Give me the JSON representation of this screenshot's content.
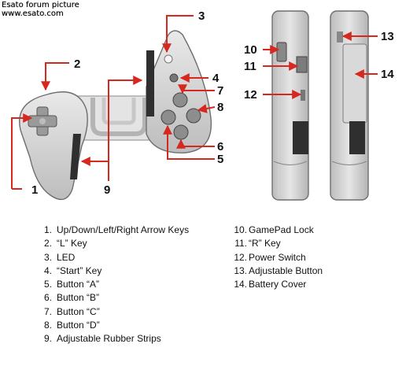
{
  "watermark": {
    "line1": "Esato forum picture",
    "line2": "www.esato.com"
  },
  "callouts": [
    "1",
    "2",
    "3",
    "4",
    "5",
    "6",
    "7",
    "8",
    "9",
    "10",
    "11",
    "12",
    "13",
    "14"
  ],
  "legend_left": [
    {
      "num": "1.",
      "text": "Up/Down/Left/Right Arrow Keys"
    },
    {
      "num": "2.",
      "text": "“L” Key"
    },
    {
      "num": "3.",
      "text": "LED"
    },
    {
      "num": "4.",
      "text": "“Start” Key"
    },
    {
      "num": "5.",
      "text": "Button “A”"
    },
    {
      "num": "6.",
      "text": "Button “B”"
    },
    {
      "num": "7.",
      "text": "Button “C”"
    },
    {
      "num": "8.",
      "text": "Button “D”"
    },
    {
      "num": "9.",
      "text": "Adjustable Rubber Strips"
    }
  ],
  "legend_right": [
    {
      "num": "10.",
      "text": "GamePad Lock"
    },
    {
      "num": "11.",
      "text": "“R” Key"
    },
    {
      "num": "12.",
      "text": "Power Switch"
    },
    {
      "num": "13.",
      "text": "Adjustable Button"
    },
    {
      "num": "14.",
      "text": "Battery Cover"
    }
  ],
  "colors": {
    "arrow": "#d6281f",
    "body": "#c9c9c9",
    "outline": "#6e6e6e",
    "dark": "#3a3a3a"
  }
}
